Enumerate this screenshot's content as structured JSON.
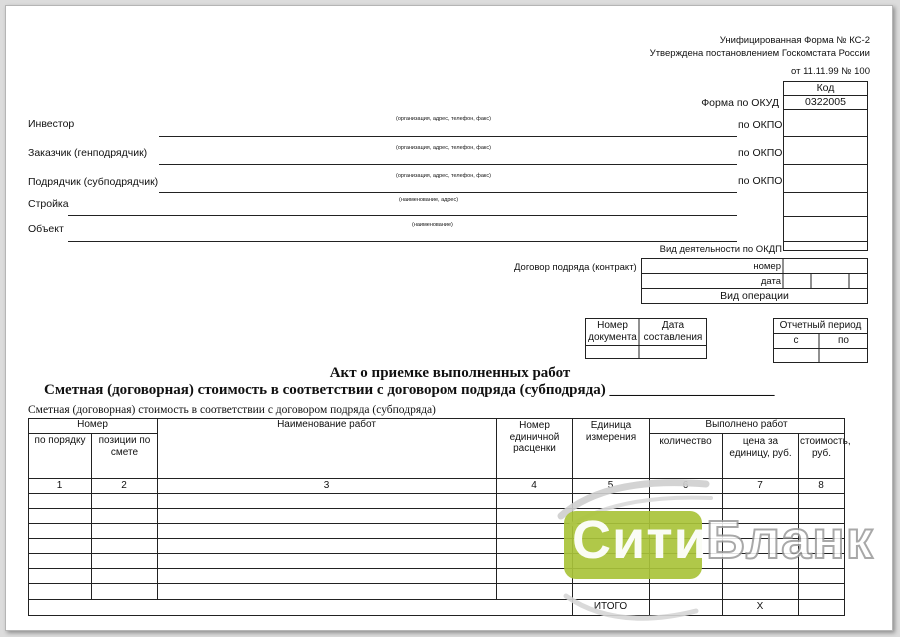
{
  "header": {
    "line1": "Унифицированная Форма № КС-2",
    "line2": "Утверждена постановлением Госкомстата России",
    "line3": "от 11.11.99 № 100"
  },
  "codes": {
    "kod_label": "Код",
    "okud_label": "Форма по ОКУД",
    "okud_value": "0322005",
    "okpo_label": "по ОКПО",
    "okdp_label": "Вид деятельности по ОКДП",
    "contract_label": "Договор подряда (контракт)",
    "nomer_label": "номер",
    "data_label": "дата",
    "operation_label": "Вид операции"
  },
  "parties": {
    "investor": "Инвестор",
    "customer": "Заказчик (генподрядчик)",
    "contractor": "Подрядчик (субподрядчик)",
    "site": "Стройка",
    "object": "Объект",
    "hint_org": "(организация, адрес, телефон, факс)",
    "hint_site": "(наименование, адрес)",
    "hint_object": "(наименование)"
  },
  "docbox": {
    "number_label": "Номер документа",
    "date_label": "Дата составления"
  },
  "period": {
    "title": "Отчетный период",
    "from": "с",
    "to": "по"
  },
  "title": {
    "main": "Акт о приемке выполненных работ",
    "cost_line": "Сметная (договорная) стоимость в соответствии с договором подряда (субподряда)",
    "cost_blank": "______________________",
    "cost_line_small": "Сметная (договорная) стоимость в соответствии с договором подряда (субподряда)"
  },
  "table": {
    "nomer": "Номер",
    "po_poryadku": "по порядку",
    "pozicii": "позиции по смете",
    "naimenovanie": "Наименование работ",
    "nomer_rascenki": "Номер единичной расценки",
    "edinica": "Единица измерения",
    "vypolneno": "Выполнено работ",
    "kolichestvo": "количество",
    "cena": "цена за единицу, руб.",
    "stoimost": "стоимость, руб.",
    "col_numbers": [
      "1",
      "2",
      "3",
      "4",
      "5",
      "6",
      "7",
      "8"
    ],
    "itogo": "ИТОГО",
    "x_mark": "Х"
  },
  "watermark": {
    "part1": "Сити",
    "part2": "Бланк",
    "color_green": "#a9c33a",
    "color_grey": "#9a9a9a"
  }
}
